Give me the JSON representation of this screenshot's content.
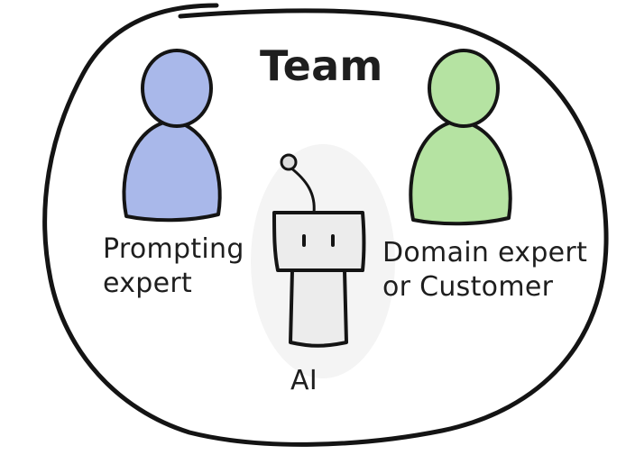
{
  "title": "Team",
  "members": [
    {
      "line1": "Prompting",
      "line2": "expert",
      "color": "#a9b8ea"
    },
    {
      "line1": "Domain expert",
      "line2": "or Customer",
      "color": "#b5e3a2"
    }
  ],
  "ai": {
    "label": "AI",
    "body_color": "#ececec"
  },
  "colors": {
    "outline": "#141414",
    "text": "#1e1e1e"
  }
}
